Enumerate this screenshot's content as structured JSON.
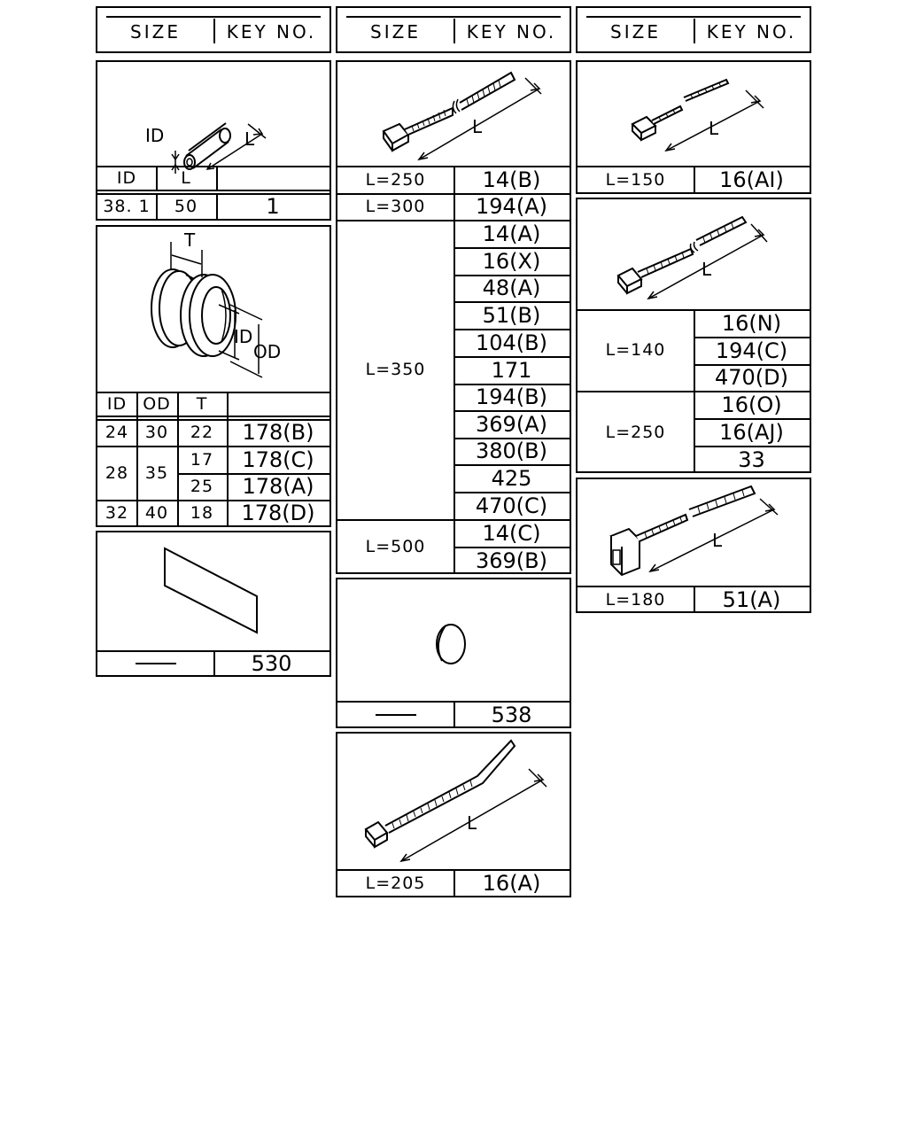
{
  "headers": {
    "col1": {
      "size": "SIZE",
      "key": "KEY NO."
    },
    "col2": {
      "size": "SIZE",
      "key": "KEY NO."
    },
    "col3": {
      "size": "SIZE",
      "key": "KEY NO."
    }
  },
  "pipe": {
    "dim_id": "ID",
    "dim_l": "L",
    "col_headers": [
      "ID",
      "L"
    ],
    "row": {
      "id": "38. 1",
      "l": "50",
      "key": "1"
    }
  },
  "grommet": {
    "dim_t": "T",
    "dim_id": "ID",
    "dim_od": "OD",
    "col_headers": [
      "ID",
      "OD",
      "T"
    ],
    "rows": [
      {
        "id": "24",
        "od": "30",
        "t": "22",
        "key": "178(B)"
      },
      {
        "id": "28",
        "od": "35",
        "t": "17",
        "key": "178(C)"
      },
      {
        "t": "25",
        "key": "178(A)"
      },
      {
        "id": "32",
        "od": "40",
        "t": "18",
        "key": "178(D)"
      }
    ]
  },
  "sheet": {
    "size": "—",
    "key": "530"
  },
  "cable_tie_a": {
    "dim_l": "L",
    "rows": [
      {
        "size": "L=250",
        "key": "14(B)"
      },
      {
        "size": "L=300",
        "key": "194(A)"
      }
    ],
    "group_350": {
      "size": "L=350",
      "keys": [
        "14(A)",
        "16(X)",
        "48(A)",
        "51(B)",
        "104(B)",
        "171",
        "194(B)",
        "369(A)",
        "380(B)",
        "425",
        "470(C)"
      ]
    },
    "group_500": {
      "size": "L=500",
      "keys": [
        "14(C)",
        "369(B)"
      ]
    }
  },
  "plug": {
    "size": "—",
    "key": "538"
  },
  "cable_tie_b": {
    "dim_l": "L",
    "size": "L=205",
    "key": "16(A)"
  },
  "cable_tie_c": {
    "dim_l": "L",
    "size": "L=150",
    "key": "16(AI)"
  },
  "cable_tie_d": {
    "dim_l": "L",
    "group_140": {
      "size": "L=140",
      "keys": [
        "16(N)",
        "194(C)",
        "470(D)"
      ]
    },
    "group_250": {
      "size": "L=250",
      "keys": [
        "16(O)",
        "16(AJ)",
        "33"
      ]
    }
  },
  "cable_tie_e": {
    "dim_l": "L",
    "size": "L=180",
    "key": "51(A)"
  }
}
